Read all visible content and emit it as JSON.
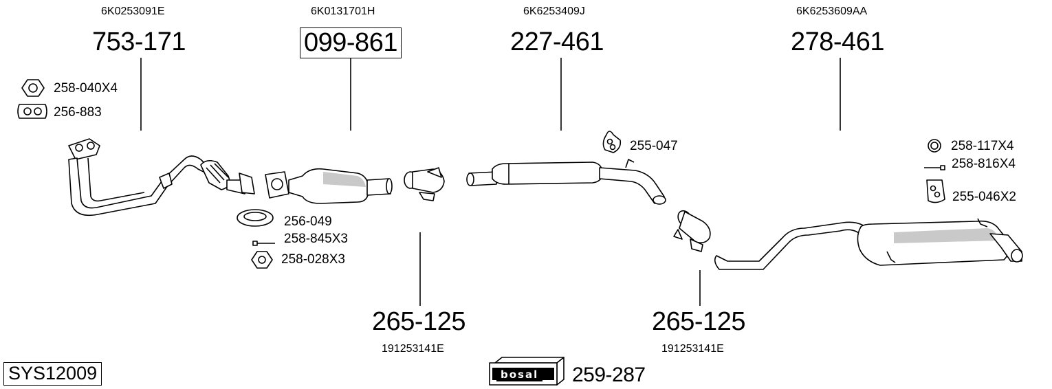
{
  "system_code": "SYS12009",
  "parts": {
    "front_pipe": {
      "oe": "6K0253091E",
      "number": "753-171"
    },
    "catalytic": {
      "oe": "6K0131701H",
      "number": "099-861"
    },
    "middle_silencer": {
      "oe": "6K6253409J",
      "number": "227-461"
    },
    "rear_silencer": {
      "oe": "6K6253609AA",
      "number": "278-461"
    },
    "clamp_1": {
      "oe": "191253141E",
      "number": "265-125"
    },
    "clamp_2": {
      "oe": "191253141E",
      "number": "265-125"
    }
  },
  "accessories": {
    "nut_front": "258-040X4",
    "gasket_front": "256-883",
    "gasket_cat": "256-049",
    "bolt_cat": "258-845X3",
    "nut_cat": "258-028X3",
    "rubber_mid": "255-047",
    "ring_rear": "258-117X4",
    "bolt_rear": "258-816X4",
    "rubber_rear": "255-046X2",
    "mount_kit": "259-287"
  },
  "logo": {
    "text": "bosal"
  }
}
